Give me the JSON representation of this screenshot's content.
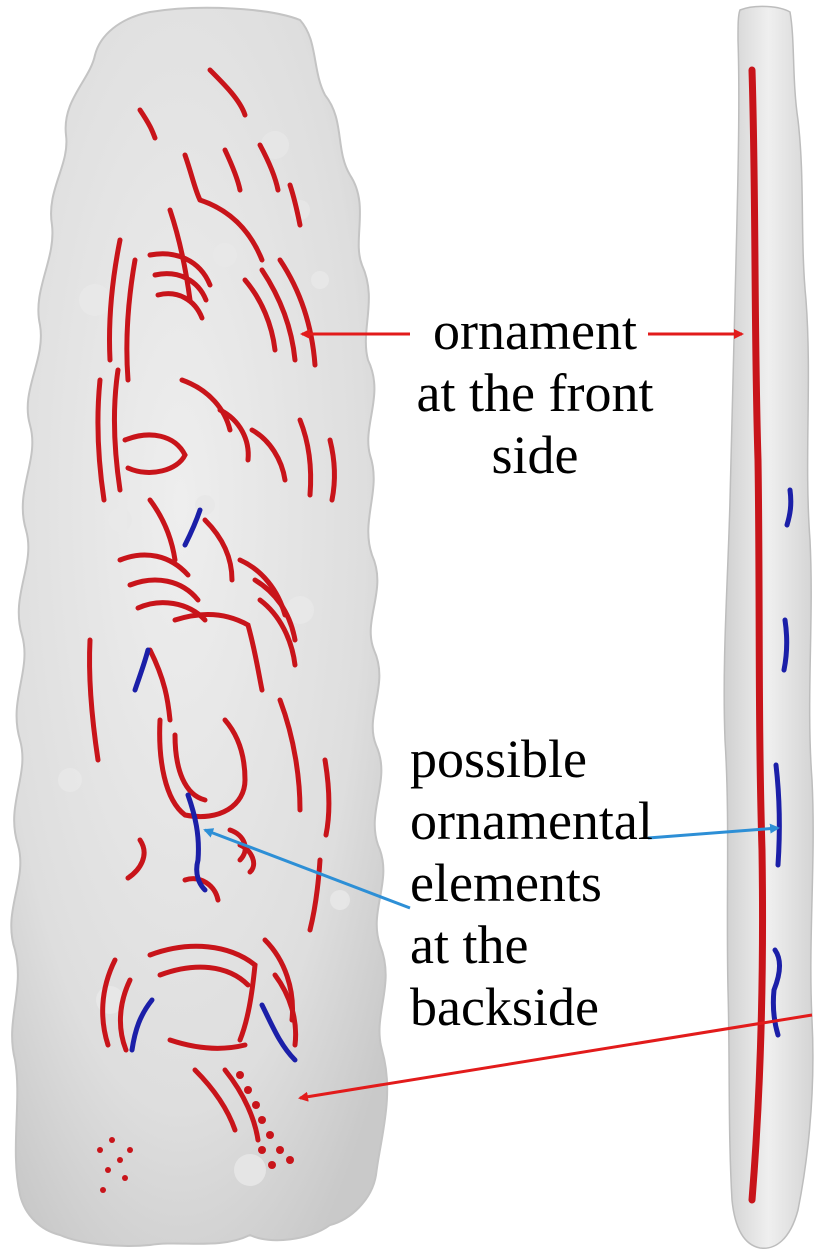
{
  "annotations": {
    "front": [
      "ornament",
      "at the front",
      "side"
    ],
    "back": [
      "possible",
      "ornamental",
      "elements",
      "at the",
      "backside"
    ]
  },
  "colors": {
    "background": "#ffffff",
    "stone_surface": "#dcdcdc",
    "stone_edge": "#c4c4c4",
    "ornament_front": "#c8141a",
    "ornament_back": "#1b1fa8",
    "arrow_front": "#e21b1b",
    "arrow_back": "#2d8fd6",
    "text": "#000000"
  },
  "views": [
    "front-view",
    "side-view"
  ]
}
